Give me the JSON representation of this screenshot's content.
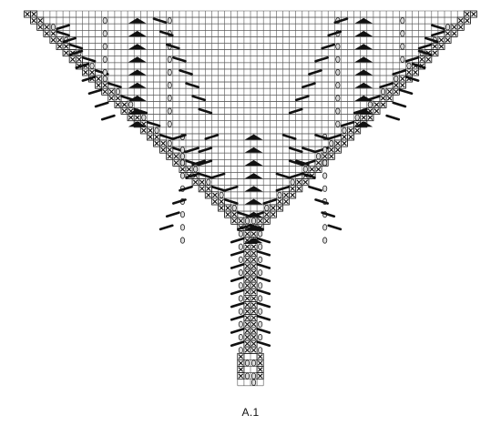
{
  "diagram": {
    "label": "A.1",
    "type": "knitting-chart",
    "shape": "inverted-triangle",
    "symbols": [
      "cross-box-symbol",
      "yarn-over-symbol",
      "decrease-slash-symbol",
      "double-decrease-triangle-symbol",
      "empty-cell"
    ],
    "colors": {
      "grid": "#555555",
      "ink": "#111111",
      "yarn_over_fill": "#dddddd",
      "background": "#ffffff"
    }
  }
}
